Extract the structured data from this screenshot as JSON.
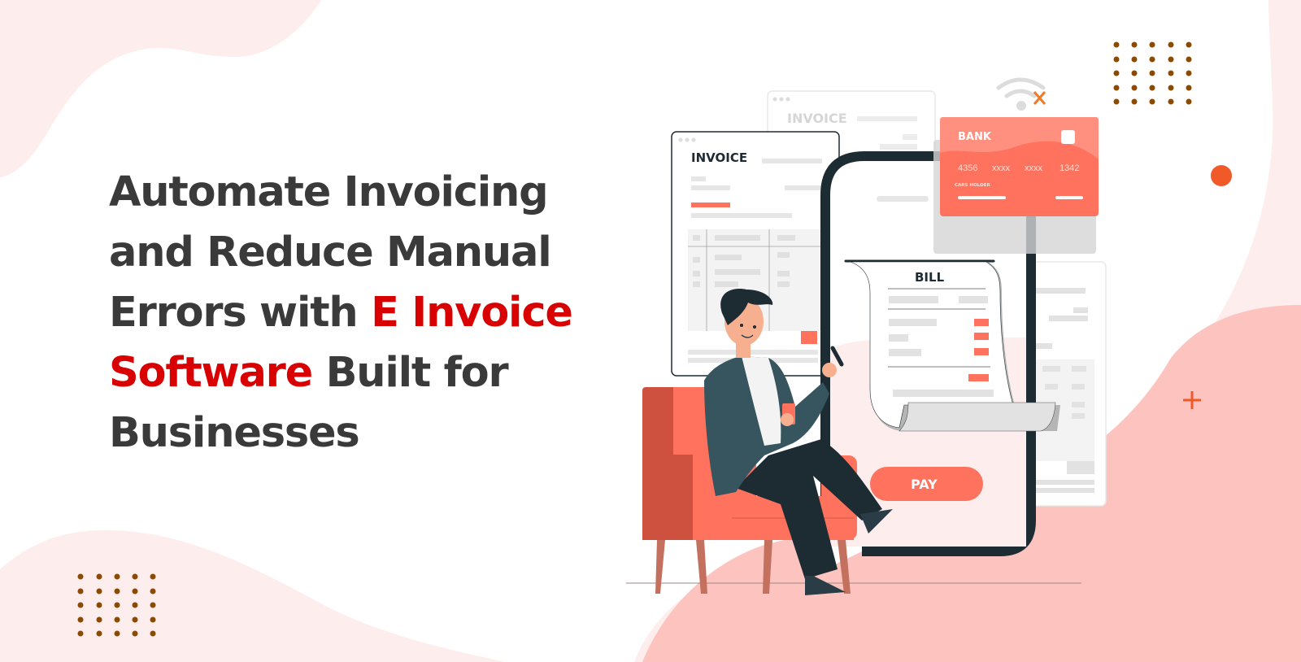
{
  "headline": {
    "line1": "Automate Invoicing",
    "line2": "and Reduce Manual",
    "line3_prefix": "Errors with ",
    "line3_highlight": "E Invoice",
    "line4_highlight": "Software",
    "line4_suffix": " Built for",
    "line5": "Businesses"
  },
  "illustration": {
    "invoice_front_title": "INVOICE",
    "invoice_back_title": "INVOICE",
    "bill_title": "BILL",
    "pay_button": "PAY",
    "card": {
      "bank_label": "BANK",
      "number_groups": [
        "4356",
        "xxxx",
        "xxxx",
        "1342"
      ],
      "holder_label": "CARS HOLDER"
    }
  },
  "colors": {
    "text_dark": "#3a3a3a",
    "highlight_red": "#d80000",
    "coral": "#ff725e",
    "blob_light": "#fdeded",
    "blob_pink": "#fdc3bf",
    "dots_brown": "#8b4a00",
    "accent_orange": "#f05a28",
    "phone_dark": "#1d2b33"
  }
}
